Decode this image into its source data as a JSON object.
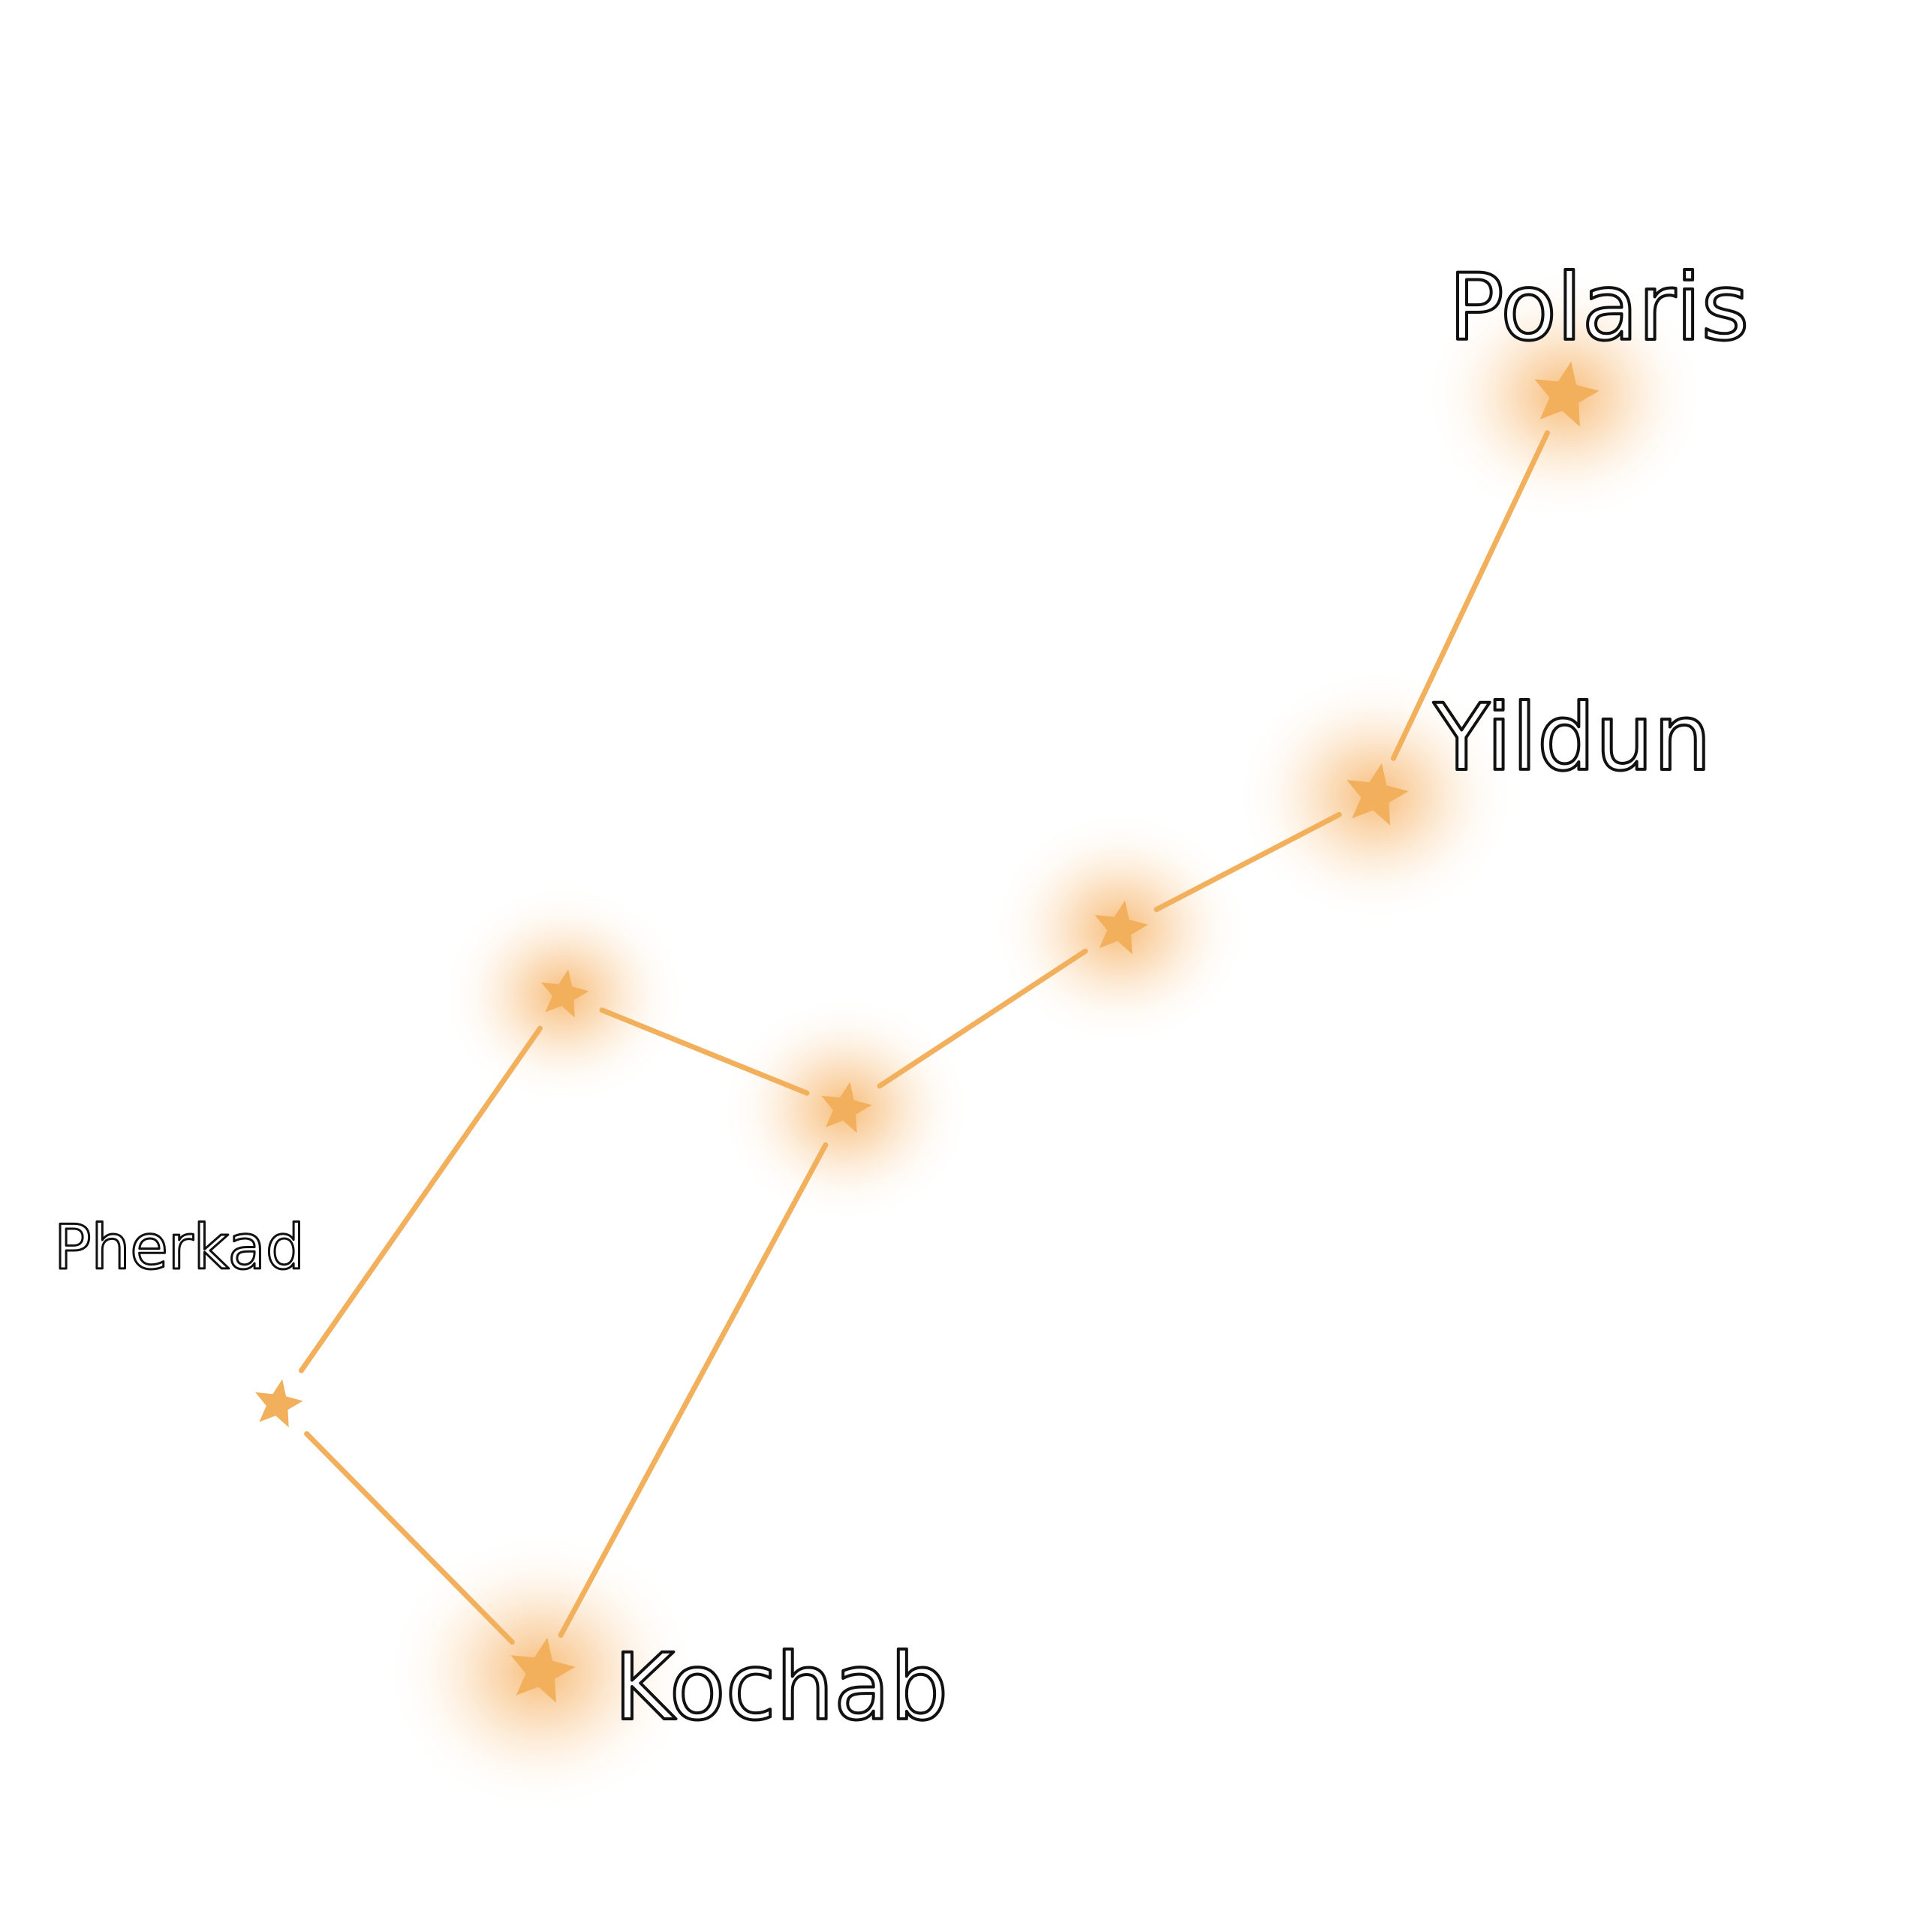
{
  "diagram": {
    "accent_color": "#f2b05c",
    "glow_color": "#f7b871",
    "background": "#ffffff",
    "stars": [
      {
        "id": "polaris",
        "label": "Polaris"
      },
      {
        "id": "yildun",
        "label": "Yildun"
      },
      {
        "id": "epsilon",
        "label": ""
      },
      {
        "id": "zeta",
        "label": ""
      },
      {
        "id": "eta",
        "label": ""
      },
      {
        "id": "pherkad",
        "label": "Pherkad"
      },
      {
        "id": "kochab",
        "label": "Kochab"
      }
    ],
    "connections": [
      [
        "polaris",
        "yildun"
      ],
      [
        "yildun",
        "epsilon"
      ],
      [
        "epsilon",
        "zeta"
      ],
      [
        "zeta",
        "eta"
      ],
      [
        "zeta",
        "kochab"
      ],
      [
        "eta",
        "pherkad"
      ],
      [
        "pherkad",
        "kochab"
      ]
    ]
  }
}
